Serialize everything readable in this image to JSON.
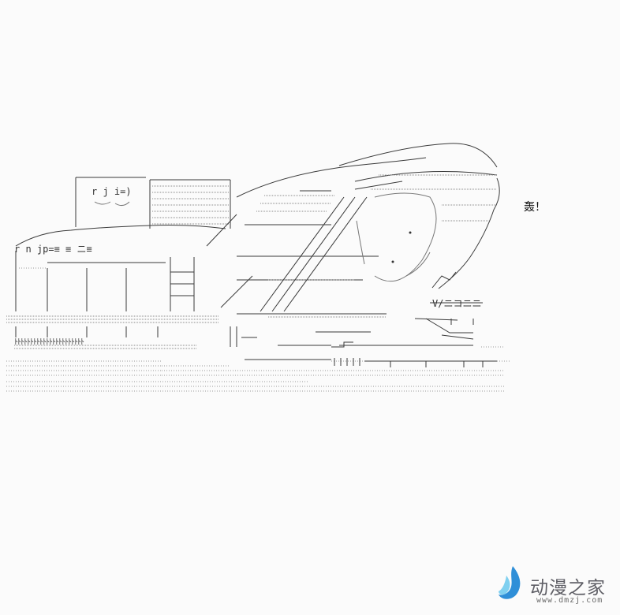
{
  "sound_effect": "轰！",
  "art_lines": {
    "sign": "r j i=)",
    "label": "r n jp=≡ ≡ ニ≡",
    "right_tail": "V/ニコニニ",
    "tracks": "ﾄﾄﾄﾄﾄﾄﾄﾄﾄﾄﾄﾄﾄﾄﾄﾄﾄﾄﾄﾄﾄﾄ"
  },
  "watermark": {
    "icon": "flame-drop-logo-icon",
    "name": "动漫之家",
    "url": "www.dmzj.com",
    "colors": {
      "light": "#7fd0f0",
      "dark": "#2f8fd8"
    }
  }
}
